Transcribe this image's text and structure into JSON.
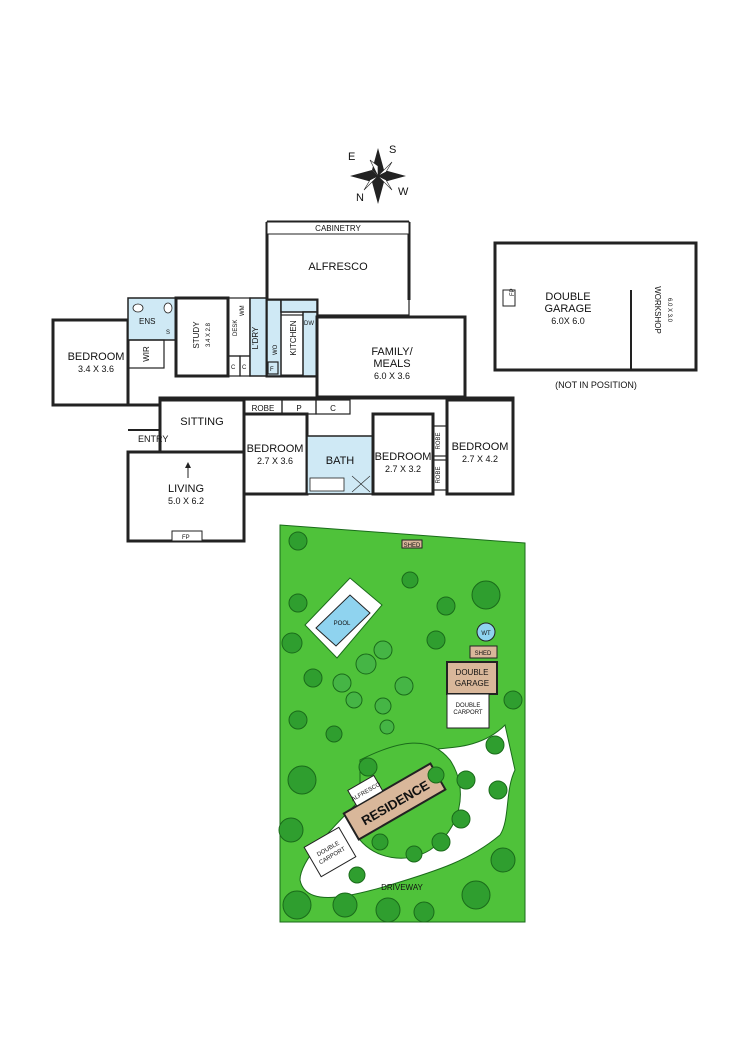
{
  "compass": {
    "e": "E",
    "s": "S",
    "n": "N",
    "w": "W"
  },
  "floorplan": {
    "cabinetry": "CABINETRY",
    "alfresco": "ALFRESCO",
    "ens": "ENS",
    "wir": "WIR",
    "s": "S",
    "bedroom1": {
      "name": "BEDROOM",
      "dims": "3.4 X 3.6"
    },
    "study": {
      "name": "STUDY",
      "dims": "3.4 X 2.8"
    },
    "desk": "DESK",
    "wm": "WM",
    "ldry": "L'DRY",
    "wo": "WO",
    "kitchen": "KITCHEN",
    "dw": "DW",
    "c1": "C",
    "c2": "C",
    "f": "F",
    "family": {
      "name1": "FAMILY/",
      "name2": "MEALS",
      "dims": "6.0 X 3.6"
    },
    "sitting": "SITTING",
    "entry": "ENTRY",
    "living": {
      "name": "LIVING",
      "dims": "5.0 X 6.2"
    },
    "fp": "FP",
    "robe1": "ROBE",
    "p": "P",
    "c3": "C",
    "bedroom2": {
      "name": "BEDROOM",
      "dims": "2.7 X 3.6"
    },
    "bath": "BATH",
    "bedroom3": {
      "name": "BEDROOM",
      "dims": "2.7 X 3.2"
    },
    "robe2": "ROBE",
    "robe3": "ROBE",
    "bedroom4": {
      "name": "BEDROOM",
      "dims": "2.7 X 4.2"
    }
  },
  "garage": {
    "fp": "FP",
    "name1": "DOUBLE",
    "name2": "GARAGE",
    "dims": "6.0X 6.0",
    "workshop": "WORKSHOP",
    "workshop_dims": "6.0 X 3.0",
    "note": "(NOT IN POSITION)"
  },
  "siteplan": {
    "shed_top": "SHED",
    "pool": "POOL",
    "wt": "WT",
    "shed": "SHED",
    "double_garage1": "DOUBLE",
    "double_garage2": "GARAGE",
    "carport_right1": "DOUBLE",
    "carport_right2": "CARPORT",
    "alfresco": "ALFRESCO",
    "residence": "RESIDENCE",
    "carport_left1": "DOUBLE",
    "carport_left2": "CARPORT",
    "driveway": "DRIVEWAY"
  },
  "colors": {
    "lawn": "#4fc23a",
    "tree": "#2f9e2f",
    "wet_area": "#cfe9f5",
    "residence": "#d9b79a",
    "garage": "#d9b79a",
    "pool": "#8fd3ef"
  }
}
